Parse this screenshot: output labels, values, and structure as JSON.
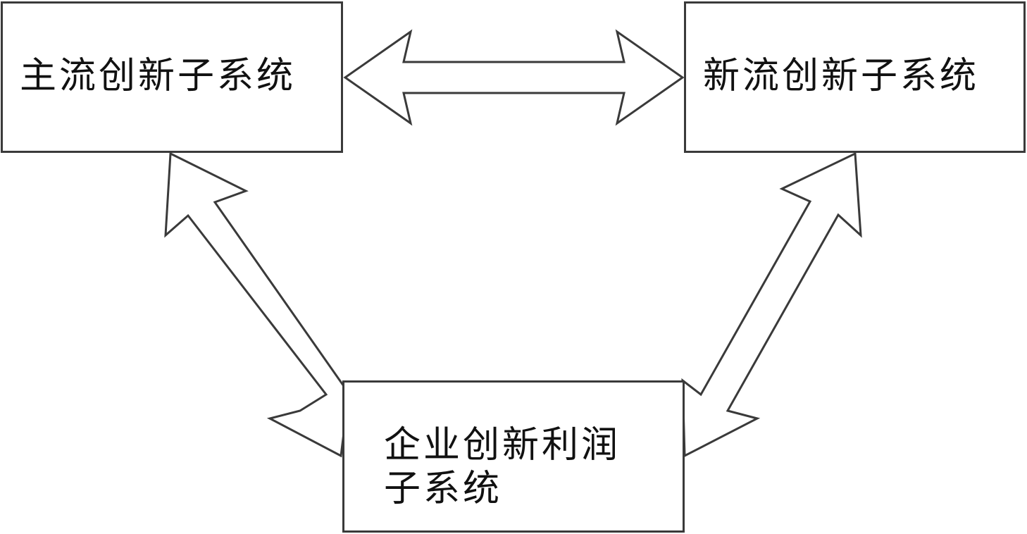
{
  "nodes": {
    "mainstream": {
      "label": "主流创新子系统"
    },
    "newstream": {
      "label": "新流创新子系统"
    },
    "profit": {
      "label_line1": "企业创新利润",
      "label_line2": "子系统"
    }
  },
  "edges": [
    {
      "from": "mainstream",
      "to": "newstream",
      "direction": "bidirectional"
    },
    {
      "from": "mainstream",
      "to": "profit",
      "direction": "bidirectional"
    },
    {
      "from": "newstream",
      "to": "profit",
      "direction": "bidirectional"
    }
  ],
  "colors": {
    "stroke": "#3a3a3a",
    "fill": "#ffffff",
    "text": "#111111"
  }
}
